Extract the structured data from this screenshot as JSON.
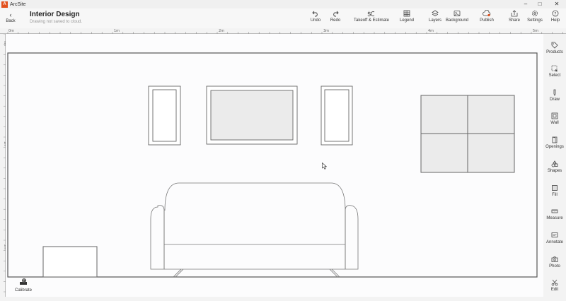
{
  "app": {
    "name": "ArcSite",
    "logo_letter": "A"
  },
  "window_controls": {
    "minimize": "–",
    "maximize": "□",
    "close": "✕"
  },
  "header": {
    "back_label": "Back",
    "title": "Interior Design",
    "subtitle": "Drawing not saved to cloud."
  },
  "toolbar": {
    "undo": "Undo",
    "redo": "Redo",
    "takeoff": "Takeoff & Estimate",
    "legend": "Legend",
    "layers": "Layers",
    "background": "Background",
    "publish": "Publish",
    "share": "Share",
    "settings": "Settings",
    "help": "Help"
  },
  "ruler": {
    "top_marks": [
      "0m",
      "1m",
      "2m",
      "3m",
      "4m",
      "5m"
    ],
    "left_marks": [
      "0m",
      "1m",
      "2m"
    ]
  },
  "rightbar": {
    "items": [
      "Products",
      "Select",
      "Draw",
      "Wall",
      "Openings",
      "Shapes",
      "Fill",
      "Measure",
      "Annotate",
      "Photo",
      "Edit"
    ]
  },
  "calibrate_label": "Calibrate",
  "colors": {
    "accent": "#e2501c",
    "stroke": "#555555",
    "fill": "#ececec"
  }
}
